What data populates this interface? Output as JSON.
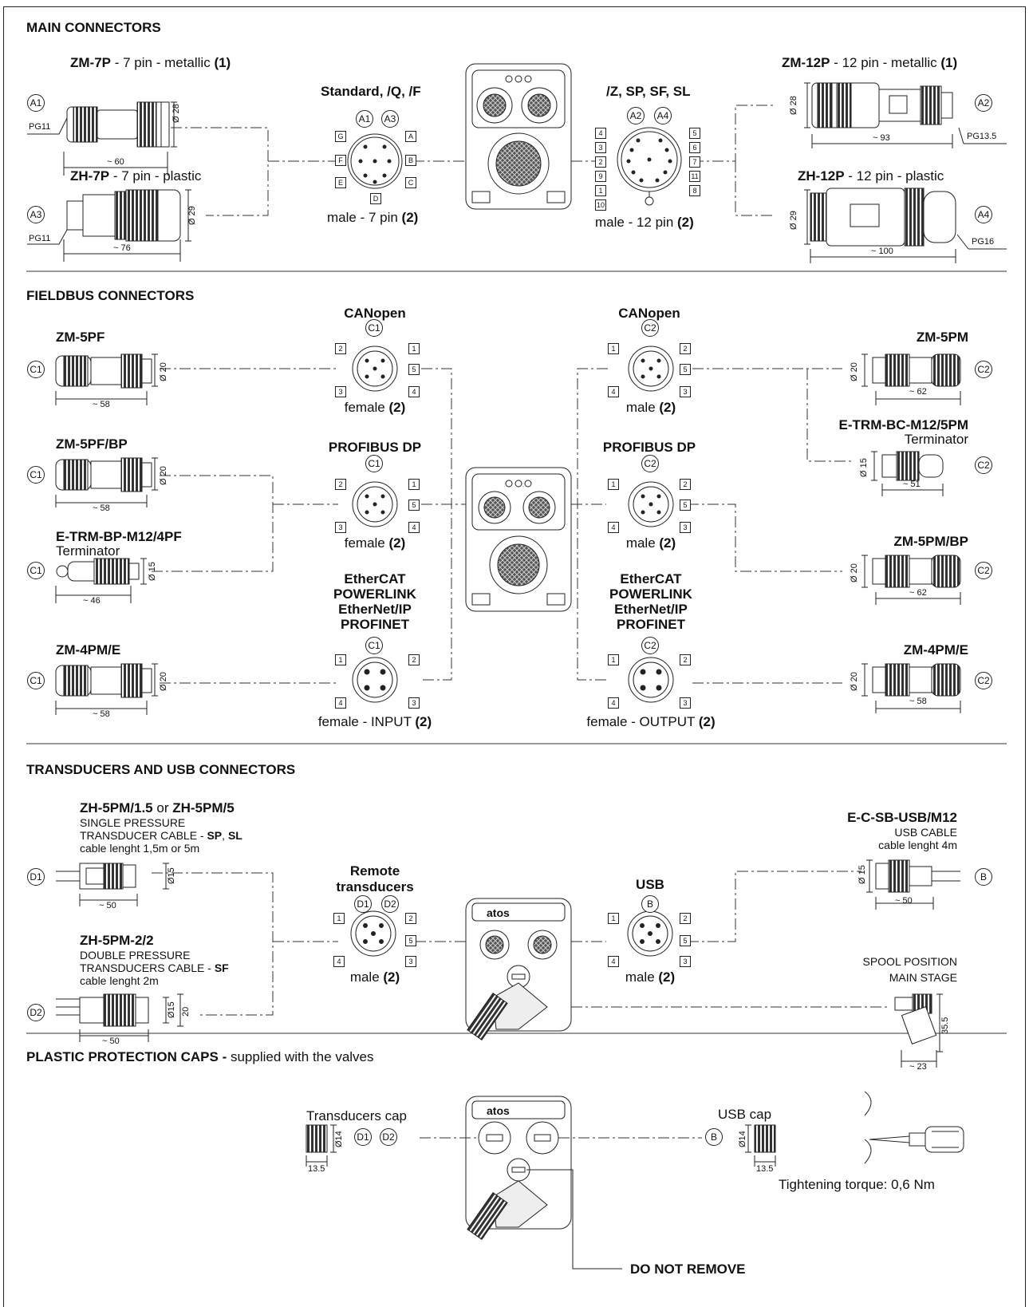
{
  "sections": {
    "main": "MAIN CONNECTORS",
    "fieldbus": "FIELDBUS CONNECTORS",
    "transducers": "TRANSDUCERS AND USB CONNECTORS",
    "caps_bold": "PLASTIC PROTECTION CAPS -",
    "caps_rest": " supplied with the valves"
  },
  "main": {
    "zm7p_bold": "ZM-7P",
    "zm7p_rest": " - 7 pin - metallic ",
    "zm7p_note": "(1)",
    "zh7p_bold": "ZH-7P",
    "zh7p_rest": " - 7 pin - plastic",
    "zm12p_bold": "ZM-12P",
    "zm12p_rest": " - 12 pin - metallic ",
    "zm12p_note": "(1)",
    "zh12p_bold": "ZH-12P",
    "zh12p_rest": " - 12 pin - plastic",
    "std_title": "Standard",
    "std_title2": ", /Q",
    "std_title3": ", /F",
    "z_title": "/Z",
    "z_title2": ", SP",
    "z_title3": ", SF",
    "z_title4": ", SL",
    "male7": "male - 7 pin ",
    "male12": "male - 12 pin ",
    "note2": "(2)",
    "pg11": "PG11",
    "pg135": "PG13.5",
    "pg16": "PG16",
    "d28": "Ø 28",
    "d29": "Ø 29",
    "len60": "~ 60",
    "len76": "~ 76",
    "len93": "~ 93",
    "len100": "~ 100",
    "pins7": [
      "G",
      "A",
      "F",
      "B",
      "E",
      "C",
      "D"
    ],
    "pins12": [
      "4",
      "5",
      "3",
      "6",
      "2",
      "7",
      "9",
      "11",
      "1",
      "8",
      "10"
    ]
  },
  "fieldbus": {
    "zm5pf": "ZM-5PF",
    "zm5pfbp": "ZM-5PF/BP",
    "etrm4pf": "E-TRM-BP-M12/4PF",
    "terminator": "Terminator",
    "zm4pme": "ZM-4PM/E",
    "zm5pm": "ZM-5PM",
    "etrmbc": "E-TRM-BC-M12/5PM",
    "zm5pmbp": "ZM-5PM/BP",
    "canopen": "CANopen",
    "profibus": "PROFIBUS DP",
    "eth1": "EtherCAT",
    "eth2": "POWERLINK",
    "eth3": "EtherNet/IP",
    "eth4": "PROFINET",
    "female": "female ",
    "male": "male ",
    "note2": "(2)",
    "female_input": "female - INPUT ",
    "female_output": "female - OUTPUT ",
    "d20": "Ø 20",
    "d15": "Ø 15",
    "len58": "~ 58",
    "len46": "~ 46",
    "len62": "~ 62",
    "len51": "~ 51",
    "pins5": [
      "2",
      "1",
      "5",
      "3",
      "4"
    ],
    "pins4": [
      "1",
      "2",
      "4",
      "3"
    ]
  },
  "transducers": {
    "zh5pm_a": "ZH-5PM/1.5",
    "zh5pm_or": " or ",
    "zh5pm_b": "ZH-5PM/5",
    "single1": "SINGLE PRESSURE",
    "single2": "TRANSDUCER CABLE - ",
    "single2b": "SP",
    "single2c": ", ",
    "single2d": "SL",
    "single3": "cable lenght 1,5m or 5m",
    "zh5pm22": "ZH-5PM-2/2",
    "double1": "DOUBLE PRESSURE",
    "double2": "TRANSDUCERS CABLE - ",
    "double2b": "SF",
    "double3": "cable lenght 2m",
    "remote1": "Remote",
    "remote2": "transducers",
    "usb": "USB",
    "male": "male ",
    "note2": "(2)",
    "usbcable_title": "E-C-SB-USB/M12",
    "usbcable1": "USB CABLE",
    "usbcable2": "cable lenght 4m",
    "spool1": "SPOOL POSITION",
    "spool2": "MAIN STAGE",
    "d15": "Ø15",
    "d15b": "Ø 15",
    "n20": "20",
    "len50": "~ 50",
    "len23": "~ 23",
    "n355": "35.5",
    "brand": "atos"
  },
  "caps": {
    "transducers_cap": "Transducers cap",
    "usb_cap": "USB cap",
    "d14": "Ø14",
    "len135": "13.5",
    "torque": "Tightening torque: 0,6 Nm",
    "donot": "DO NOT REMOVE",
    "brand": "atos"
  },
  "badges": {
    "A1": "A1",
    "A2": "A2",
    "A3": "A3",
    "A4": "A4",
    "B": "B",
    "C1": "C1",
    "C2": "C2",
    "D1": "D1",
    "D2": "D2"
  }
}
